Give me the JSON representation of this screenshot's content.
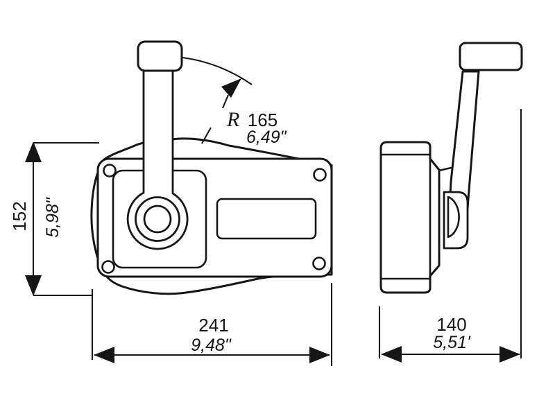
{
  "drawing": {
    "kind": "technical-dimension-drawing",
    "subject": "engine remote control lever, front and side views",
    "background_color": "#ffffff",
    "line_color": "#161616",
    "dims": {
      "height_mm": "152",
      "height_in": "5,98\"",
      "width_mm": "241",
      "width_in": "9,48\"",
      "depth_mm": "140",
      "depth_in": "5,51'",
      "radius_prefix": "R",
      "radius_mm": "165",
      "radius_in": "6,49\""
    }
  }
}
